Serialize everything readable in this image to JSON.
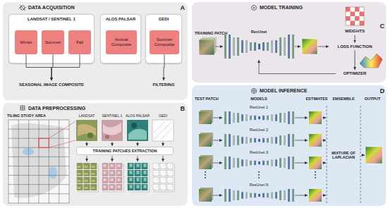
{
  "diagram": {
    "nodes": [
      {
        "text": [
          "DATA ACQUISITION",
          "A"
        ]
      },
      {
        "text": [
          "LANDSAT / SENTINEL 1"
        ],
        "in": 0
      },
      {
        "text": [
          "Winter"
        ],
        "in": 1
      },
      {
        "text": [
          "Summer"
        ],
        "in": 1
      },
      {
        "text": [
          "Fall"
        ],
        "in": 1
      },
      {
        "text": [
          "ALOS PALSAR"
        ],
        "in": 0
      },
      {
        "text": [
          "Annual Composite"
        ],
        "in": 5
      },
      {
        "text": [
          "GEDI"
        ],
        "in": 0
      },
      {
        "text": [
          "Summer Composite"
        ],
        "in": 7
      },
      {
        "text": [
          "SEASONAL IMAGE COMPOSITE"
        ],
        "in": 0
      },
      {
        "text": [
          "FILTERING"
        ],
        "in": 0
      },
      {
        "text": [
          "DATA PREPROCESSING",
          "B"
        ]
      },
      {
        "text": [
          "TRAINING PATCHES EXTRACTION"
        ],
        "in": 11
      },
      {
        "text": [
          "MODEL TRAINING",
          "C"
        ]
      },
      {
        "text": [
          "WEIGHTS"
        ],
        "in": 13
      },
      {
        "text": [
          "LOSS FUNCTION"
        ],
        "in": 13
      },
      {
        "text": [
          "OPTIMIZER"
        ],
        "in": 13
      },
      {
        "text": [
          "MODEL INFERENCE",
          "D"
        ]
      },
      {
        "text": [
          "MIXTURE OF LAPLACIAN"
        ],
        "in": 17
      }
    ],
    "edges": [
      {
        "from": 2,
        "to": 9,
        "arrow": "to"
      },
      {
        "from": 3,
        "to": 9,
        "arrow": "to"
      },
      {
        "from": 4,
        "to": 9,
        "arrow": "to"
      },
      {
        "from": 8,
        "to": 10,
        "arrow": "to"
      },
      {
        "from": 14,
        "to": 15,
        "arrow": "to"
      },
      {
        "from": 15,
        "to": 16,
        "arrow": "to"
      }
    ],
    "labels": [
      "TILING STUDY AREA",
      "LANDSAT",
      "SENTINEL 1",
      "ALOS PALSAR",
      "GEDI",
      "TRAINING PATCH",
      "ResUnet",
      "TEST PATCH",
      "MODELS",
      "ESTIMATES",
      "EMSEMBLE",
      "OUTPUT",
      "ResUnet 1",
      "ResUnet 2",
      "ResUnet 3",
      "ResUnet N"
    ]
  }
}
